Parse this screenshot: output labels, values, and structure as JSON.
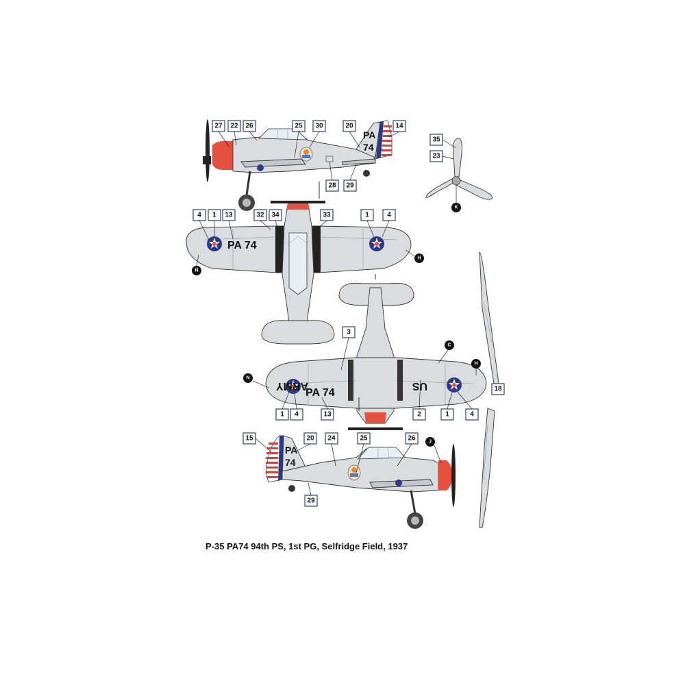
{
  "caption": "P-35 PA74  94th PS, 1st PG, Selfridge Field, 1937",
  "markings": {
    "fin_code_top": "PA",
    "fin_code_bottom": "74",
    "wing_upper_code": "PA 74",
    "wing_lower_code": "PA 74",
    "wing_lower_army": "ARMY",
    "wing_lower_us": "US"
  },
  "colors": {
    "roundel_blue": "#2c3a86",
    "roundel_red": "#e5503f",
    "rudder_red": "#d8413a",
    "rudder_blue": "#2b3488",
    "cowl_red": "#e5503f",
    "metal": "#d9dde0",
    "callout_border": "#2a3f7a"
  },
  "views": {
    "left_side": {
      "callouts": [
        "27",
        "22",
        "26",
        "25",
        "30",
        "20",
        "14",
        "28",
        "29"
      ]
    },
    "propeller": {
      "callouts": [
        "35",
        "23"
      ],
      "letters": [
        "K"
      ]
    },
    "top": {
      "callouts": [
        "4",
        "1",
        "13",
        "32",
        "34",
        "33",
        "1",
        "4"
      ],
      "letters": [
        "N",
        "H"
      ]
    },
    "bottom": {
      "callouts": [
        "3",
        "1",
        "4",
        "13",
        "2",
        "1",
        "4"
      ],
      "letters": [
        "N",
        "C",
        "H"
      ]
    },
    "front": {
      "callouts": [
        "18"
      ]
    },
    "right_side": {
      "callouts": [
        "15",
        "20",
        "24",
        "25",
        "26",
        "29"
      ],
      "letters": [
        "J"
      ]
    }
  }
}
